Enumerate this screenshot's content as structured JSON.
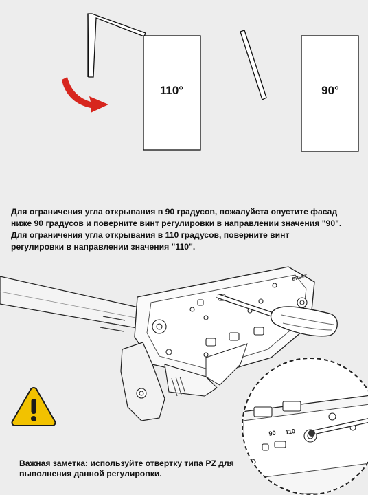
{
  "diagram_top": {
    "left_angle_label": "110°",
    "right_angle_label": "90°",
    "arrow_color": "#d7261e"
  },
  "instructions": {
    "line1": "Для ограничения угла открывания в 90 градусов, пожалуйста опустите фасад",
    "line2": "ниже 90 градусов и поверните винт регулировки в направлении значения \"90\".",
    "line3": "Для ограничения угла открывания в 110 градусов, поверните винт",
    "line4": "регулировки в направлении значения \"110\"."
  },
  "mechanism": {
    "brand_mark": "BRSET",
    "zoom_label_90": "90",
    "zoom_label_110": "110"
  },
  "warning": {
    "icon": "warning-triangle-icon",
    "color": "#f2c200"
  },
  "note": {
    "line1": "Важная заметка: используйте отвертку типа PZ для",
    "line2": "выполнения данной регулировки."
  }
}
